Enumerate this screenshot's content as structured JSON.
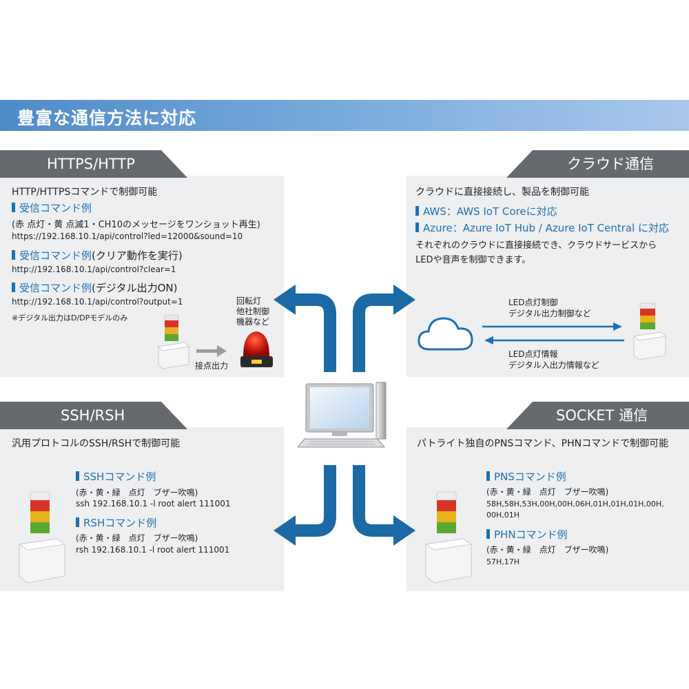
{
  "banner": {
    "title": "豊富な通信方法に対応"
  },
  "https": {
    "tab": "HTTPS/HTTP",
    "lead": "HTTP/HTTPSコマンドで制御可能",
    "ex1_head": "受信コマンド例",
    "ex1_note": "(赤 点灯・黄 点滅1・CH10のメッセージをワンショット再生)",
    "ex1_cmd": "https://192.168.10.1/api/control?led=12000&sound=10",
    "ex2_head": "受信コマンド例",
    "ex2_suffix": "(クリア動作を実行)",
    "ex2_cmd": "http://192.168.10.1/api/control?clear=1",
    "ex3_head": "受信コマンド例",
    "ex3_suffix": "(デジタル出力ON)",
    "ex3_cmd": "http://192.168.10.1/api/control?output=1",
    "footnote": "※デジタル出力はD/DPモデルのみ",
    "beacon_label_1": "回転灯",
    "beacon_label_2": "他社制御",
    "beacon_label_3": "機器など",
    "contact_label": "接点出力"
  },
  "cloud": {
    "tab": "クラウド通信",
    "lead": "クラウドに直接接続し、製品を制御可能",
    "aws": "AWS：AWS IoT Coreに対応",
    "azure": "Azure：Azure IoT Hub / Azure IoT Central に対応",
    "desc1": "それぞれのクラウドに直接接続でき、クラウドサービスから",
    "desc2": "LEDや音声を制御できます。",
    "down1": "LED点灯制御",
    "down2": "デジタル出力制御など",
    "up1": "LED点灯情報",
    "up2": "デジタル入出力情報など"
  },
  "ssh": {
    "tab": "SSH/RSH",
    "lead": "汎用プロトコルのSSH/RSHで制御可能",
    "ssh_head": "SSHコマンド例",
    "ssh_note": "(赤・黄・緑　点灯　ブザー吹鳴)",
    "ssh_cmd": "ssh 192.168.10.1 -l root alert 111001",
    "rsh_head": "RSHコマンド例",
    "rsh_note": "(赤・黄・緑　点灯　ブザー吹鳴)",
    "rsh_cmd": "rsh 192.168.10.1 -l root alert 111001"
  },
  "socket": {
    "tab": "SOCKET 通信",
    "lead": "パトライト独自のPNSコマンド、PHNコマンドで制御可能",
    "pns_head": "PNSコマンド例",
    "pns_note": "(赤・黄・緑　点灯　ブザー吹鳴)",
    "pns_cmd1": "58H,58H,53H,00H,00H,06H,01H,01H,01H,00H,",
    "pns_cmd2": "00H,01H",
    "phn_head": "PHNコマンド例",
    "phn_note": "(赤・黄・緑　点灯　ブザー吹鳴)",
    "phn_cmd": "57H,17H"
  },
  "colors": {
    "accent": "#1f6fb3",
    "arrow": "#1b6aa5",
    "panel": "#eeeff1",
    "tab": "#666a6f",
    "red": "#d9342b",
    "yellow": "#e8b21c",
    "green": "#5aa832"
  },
  "icons": [
    "cloud-icon",
    "computer-icon",
    "signal-tower-icon",
    "rotating-beacon-icon"
  ]
}
